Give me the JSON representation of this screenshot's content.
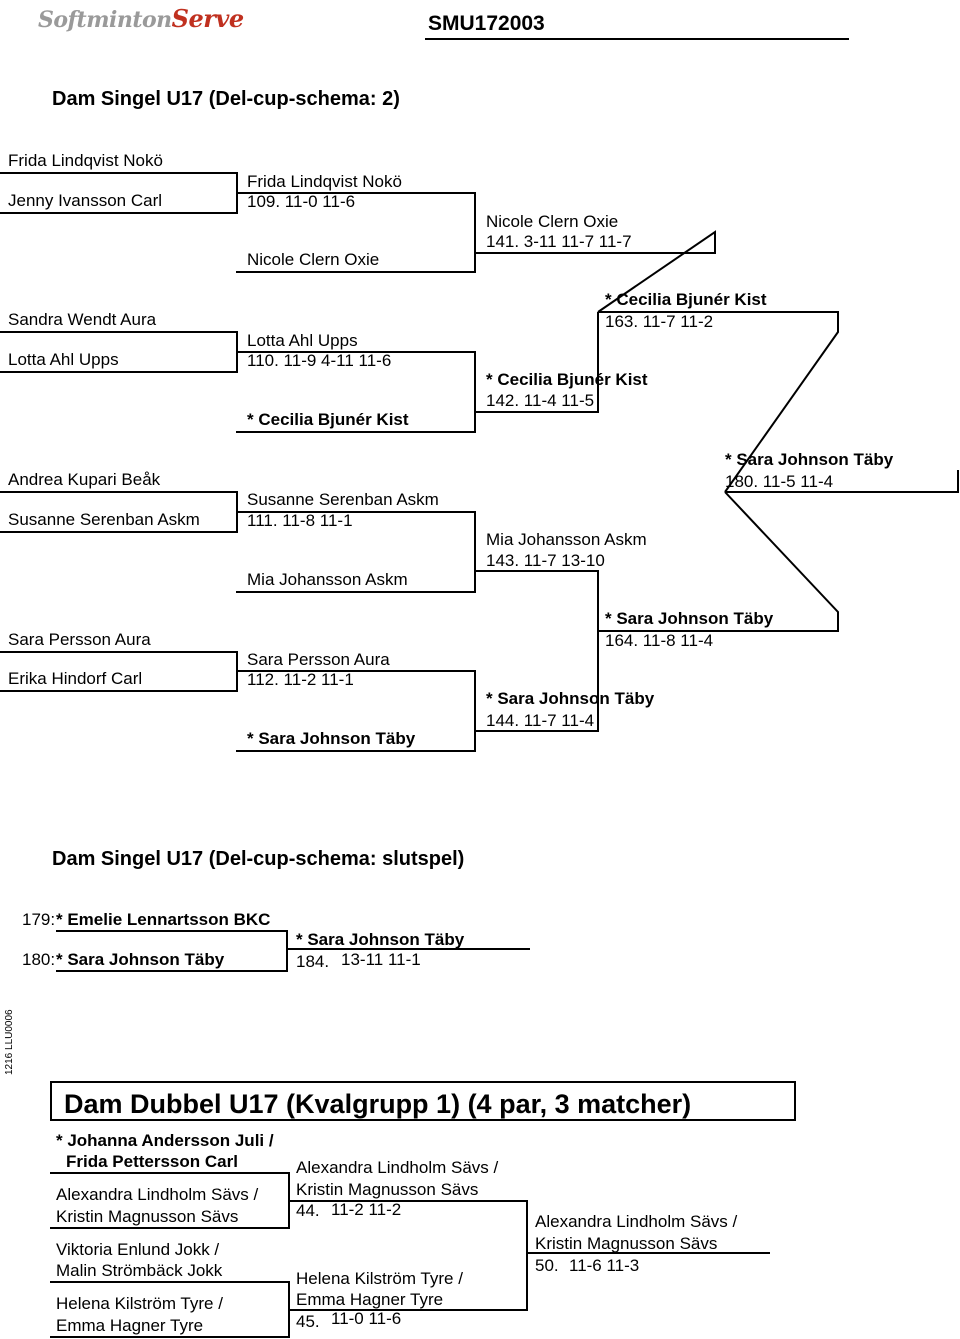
{
  "header": {
    "logo_main": "Softminton",
    "logo_accent": "Serve",
    "doc_id": "SMU172003"
  },
  "section1": {
    "title": "Dam Singel U17   (Del-cup-schema: 2)",
    "round1": [
      "Frida Lindqvist Nokö",
      "Jenny Ivansson Carl",
      "Sandra Wendt Aura",
      "Lotta Ahl Upps",
      "Andrea Kupari Beåk",
      "Susanne Serenban Askm",
      "Sara Persson Aura",
      "Erika Hindorf Carl"
    ],
    "round2": [
      {
        "winner": "Frida Lindqvist Nokö",
        "result": "109.  11-0   11-6",
        "opponent": "Nicole Clern Oxie"
      },
      {
        "winner": "Lotta Ahl Upps",
        "result": "110.  11-9   4-11   11-6",
        "opponent": "* Cecilia Bjunér Kist"
      },
      {
        "winner": "Susanne Serenban Askm",
        "result": "111.  11-8   11-1",
        "opponent": "Mia Johansson Askm"
      },
      {
        "winner": "Sara Persson Aura",
        "result": "112.  11-2   11-1",
        "opponent": "* Sara Johnson Täby"
      }
    ],
    "round3": [
      {
        "winner": "Nicole Clern Oxie",
        "result": "141.  3-11   11-7   11-7"
      },
      {
        "winner": "* Cecilia Bjunér Kist",
        "result": "142.  11-4   11-5"
      },
      {
        "winner": "Mia Johansson Askm",
        "result": "143.  11-7   13-10"
      },
      {
        "winner": "* Sara Johnson Täby",
        "result": "144.  11-7   11-4"
      }
    ],
    "round4": [
      {
        "winner": "* Cecilia Bjunér Kist",
        "result": "163.  11-7   11-2"
      },
      {
        "winner": "* Sara Johnson Täby",
        "result": "164.  11-8   11-4"
      }
    ],
    "final": {
      "winner": "* Sara Johnson Täby",
      "result": "180.  11-5   11-4"
    }
  },
  "section2": {
    "title": "Dam Singel U17   (Del-cup-schema: slutspel)",
    "p1_num": "179:",
    "p1_name": "* Emelie Lennartsson BKC",
    "p2_num": "180:",
    "p2_name": "* Sara Johnson Täby",
    "winner": "* Sara Johnson Täby",
    "result_num": "184.",
    "result_score": "13-11 11-1"
  },
  "side_code": "1216  LLU0006",
  "section3": {
    "title": "Dam Dubbel U17 (Kvalgrupp 1)      (4 par,  3 matcher)",
    "pairs": [
      {
        "l1": "* Johanna Andersson Juli /",
        "l2": "Frida Pettersson Carl"
      },
      {
        "l1": "Alexandra Lindholm Sävs /",
        "l2": "Kristin Magnusson Sävs"
      },
      {
        "l1": "Viktoria Enlund Jokk /",
        "l2": "Malin Strömbäck Jokk"
      },
      {
        "l1": "Helena Kilström Tyre /",
        "l2": "Emma Hagner Tyre"
      }
    ],
    "round2": [
      {
        "l1": "Alexandra Lindholm Sävs /",
        "l2": "Kristin Magnusson Sävs",
        "num": "44.",
        "score": "11-2   11-2"
      },
      {
        "l1": "Helena Kilström Tyre /",
        "l2": "Emma Hagner Tyre",
        "num": "45.",
        "score": "11-0   11-6"
      }
    ],
    "final": {
      "l1": "Alexandra Lindholm Sävs /",
      "l2": "Kristin Magnusson Sävs",
      "num": "50.",
      "score": "11-6   11-3"
    }
  }
}
